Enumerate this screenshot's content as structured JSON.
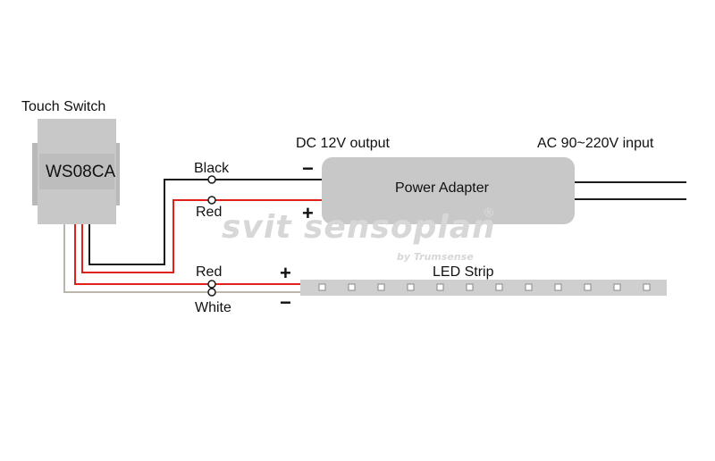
{
  "switch": {
    "title": "Touch Switch",
    "model": "WS08CA"
  },
  "adapter": {
    "label": "Power Adapter",
    "output_label": "DC 12V output",
    "input_label": "AC 90~220V input"
  },
  "wires": {
    "black": "Black",
    "red_top": "Red",
    "red_bottom": "Red",
    "white": "White"
  },
  "polarity": {
    "adapter_minus": "−",
    "adapter_plus": "+",
    "strip_plus": "+",
    "strip_minus": "−"
  },
  "strip": {
    "label": "LED Strip",
    "led_count": 12
  },
  "watermark": {
    "brand": "svit sensoplan",
    "sub": "by Trumsense",
    "mark": "®"
  },
  "colors": {
    "wire_black": "#1a1a1a",
    "wire_red": "#e0201b",
    "wire_white": "#bdb6ad",
    "device_gray": "#c8c8c8",
    "strip_gray": "#cfcfcf"
  }
}
